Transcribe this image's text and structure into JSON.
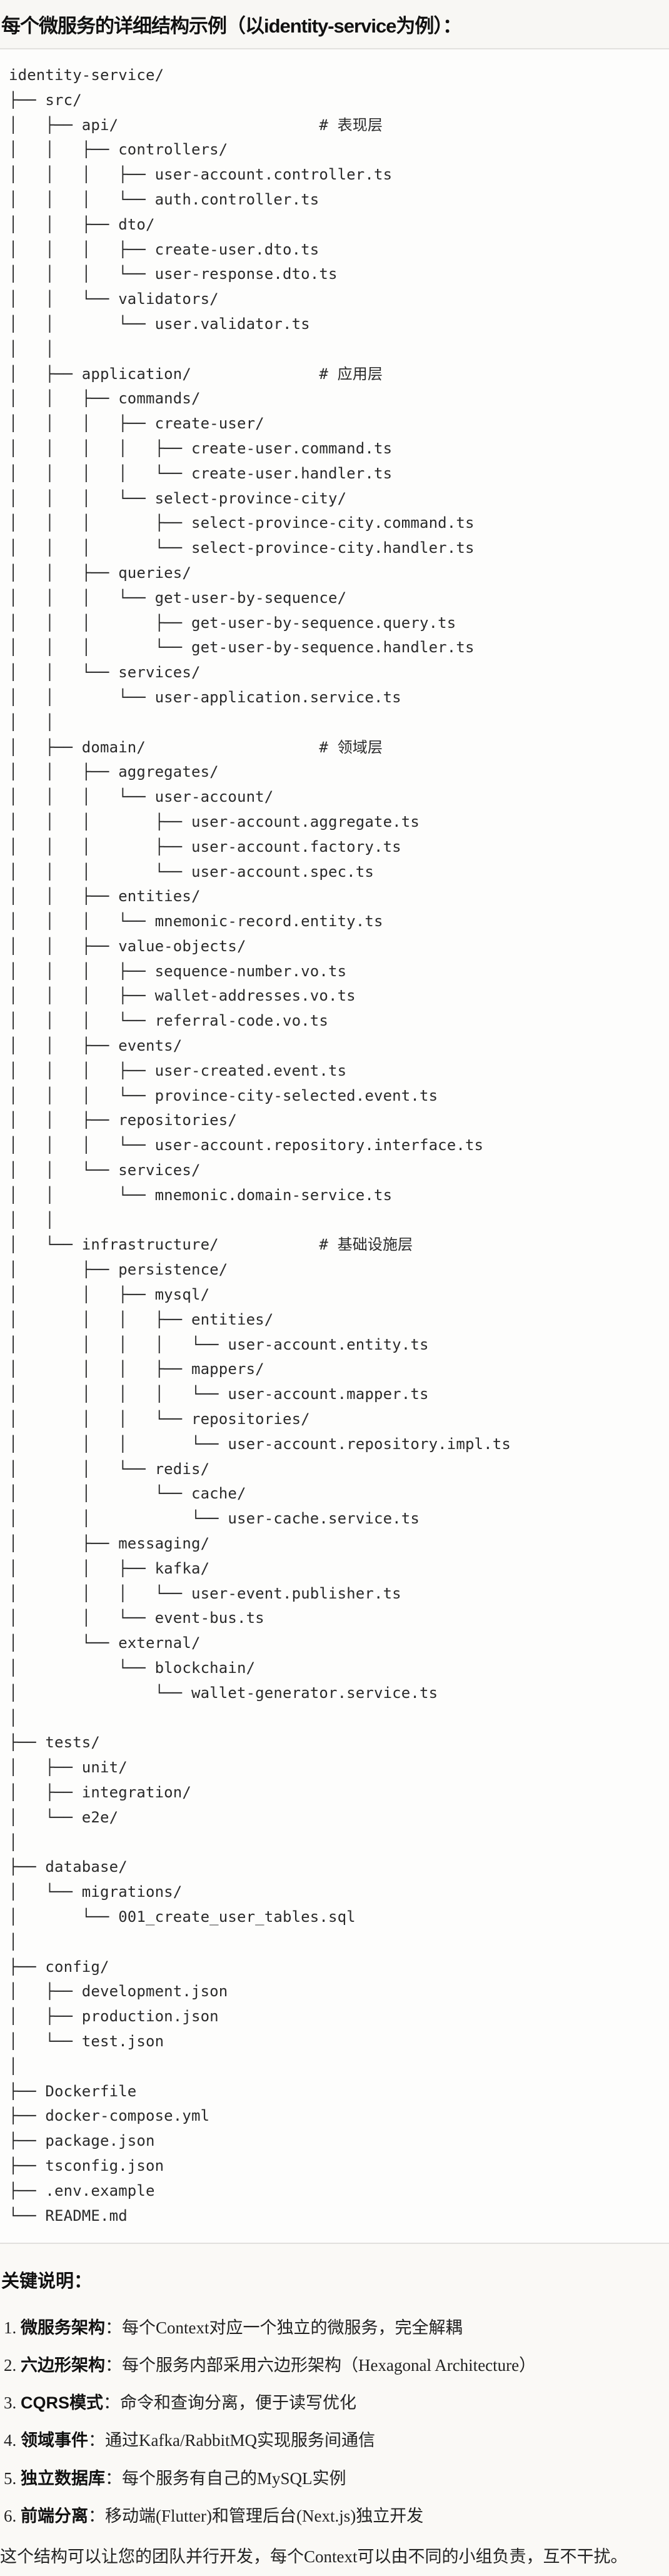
{
  "title": "每个微服务的详细结构示例（以identity-service为例）：",
  "tree_lines": [
    "identity-service/",
    "├── src/",
    "│   ├── api/                      # 表现层",
    "│   │   ├── controllers/",
    "│   │   │   ├── user-account.controller.ts",
    "│   │   │   └── auth.controller.ts",
    "│   │   ├── dto/",
    "│   │   │   ├── create-user.dto.ts",
    "│   │   │   └── user-response.dto.ts",
    "│   │   └── validators/",
    "│   │       └── user.validator.ts",
    "│   │",
    "│   ├── application/              # 应用层",
    "│   │   ├── commands/",
    "│   │   │   ├── create-user/",
    "│   │   │   │   ├── create-user.command.ts",
    "│   │   │   │   └── create-user.handler.ts",
    "│   │   │   └── select-province-city/",
    "│   │   │       ├── select-province-city.command.ts",
    "│   │   │       └── select-province-city.handler.ts",
    "│   │   ├── queries/",
    "│   │   │   └── get-user-by-sequence/",
    "│   │   │       ├── get-user-by-sequence.query.ts",
    "│   │   │       └── get-user-by-sequence.handler.ts",
    "│   │   └── services/",
    "│   │       └── user-application.service.ts",
    "│   │",
    "│   ├── domain/                   # 领域层",
    "│   │   ├── aggregates/",
    "│   │   │   └── user-account/",
    "│   │   │       ├── user-account.aggregate.ts",
    "│   │   │       ├── user-account.factory.ts",
    "│   │   │       └── user-account.spec.ts",
    "│   │   ├── entities/",
    "│   │   │   └── mnemonic-record.entity.ts",
    "│   │   ├── value-objects/",
    "│   │   │   ├── sequence-number.vo.ts",
    "│   │   │   ├── wallet-addresses.vo.ts",
    "│   │   │   └── referral-code.vo.ts",
    "│   │   ├── events/",
    "│   │   │   ├── user-created.event.ts",
    "│   │   │   └── province-city-selected.event.ts",
    "│   │   ├── repositories/",
    "│   │   │   └── user-account.repository.interface.ts",
    "│   │   └── services/",
    "│   │       └── mnemonic.domain-service.ts",
    "│   │",
    "│   └── infrastructure/           # 基础设施层",
    "│       ├── persistence/",
    "│       │   ├── mysql/",
    "│       │   │   ├── entities/",
    "│       │   │   │   └── user-account.entity.ts",
    "│       │   │   ├── mappers/",
    "│       │   │   │   └── user-account.mapper.ts",
    "│       │   │   └── repositories/",
    "│       │   │       └── user-account.repository.impl.ts",
    "│       │   └── redis/",
    "│       │       └── cache/",
    "│       │           └── user-cache.service.ts",
    "│       ├── messaging/",
    "│       │   ├── kafka/",
    "│       │   │   └── user-event.publisher.ts",
    "│       │   └── event-bus.ts",
    "│       └── external/",
    "│           └── blockchain/",
    "│               └── wallet-generator.service.ts",
    "│",
    "├── tests/",
    "│   ├── unit/",
    "│   ├── integration/",
    "│   └── e2e/",
    "│",
    "├── database/",
    "│   └── migrations/",
    "│       └── 001_create_user_tables.sql",
    "│",
    "├── config/",
    "│   ├── development.json",
    "│   ├── production.json",
    "│   └── test.json",
    "│",
    "├── Dockerfile",
    "├── docker-compose.yml",
    "├── package.json",
    "├── tsconfig.json",
    "├── .env.example",
    "└── README.md"
  ],
  "notes": {
    "heading": "关键说明：",
    "items": [
      {
        "num": "1. ",
        "term": "微服务架构",
        "text": "：每个Context对应一个独立的微服务，完全解耦"
      },
      {
        "num": "2. ",
        "term": "六边形架构",
        "text": "：每个服务内部采用六边形架构（Hexagonal Architecture）"
      },
      {
        "num": "3. ",
        "term": "CQRS模式",
        "text": "：命令和查询分离，便于读写优化"
      },
      {
        "num": "4. ",
        "term": "领域事件",
        "text": "：通过Kafka/RabbitMQ实现服务间通信"
      },
      {
        "num": "5. ",
        "term": "独立数据库",
        "text": "：每个服务有自己的MySQL实例"
      },
      {
        "num": "6. ",
        "term": "前端分离",
        "text": "：移动端(Flutter)和管理后台(Next.js)独立开发"
      }
    ],
    "summary": "这个结构可以让您的团队并行开发，每个Context可以由不同的小组负责，互不干扰。"
  }
}
